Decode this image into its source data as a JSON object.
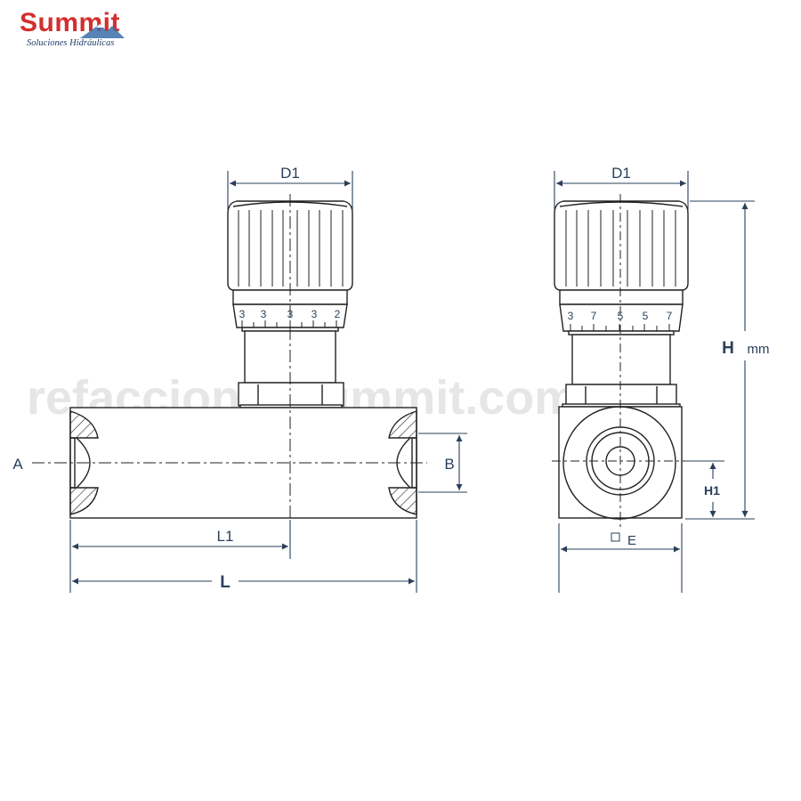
{
  "brand": {
    "name": "Summit",
    "tagline": "Soluciones Hidráulicas",
    "color": "#d32f2f",
    "tagline_color": "#1f3d6b"
  },
  "watermark": "refaccionessummit.com",
  "colors": {
    "line": "#222222",
    "dimension": "#2a3f5a",
    "watermark": "#e6e6e6"
  },
  "front_view": {
    "dimensions": {
      "knob_diameter": "D1",
      "port_a": "A",
      "port_b": "B",
      "half_length": "L1",
      "length": "L"
    },
    "scale_numbers": [
      "3",
      "3",
      "3",
      "3",
      "2"
    ]
  },
  "side_view": {
    "dimensions": {
      "knob_diameter": "D1",
      "height": "H",
      "height_unit": "mm",
      "port_height": "H1",
      "square_symbol": "□",
      "body_width": "E"
    },
    "scale_numbers": [
      "3",
      "7",
      "5",
      "5",
      "7"
    ]
  }
}
